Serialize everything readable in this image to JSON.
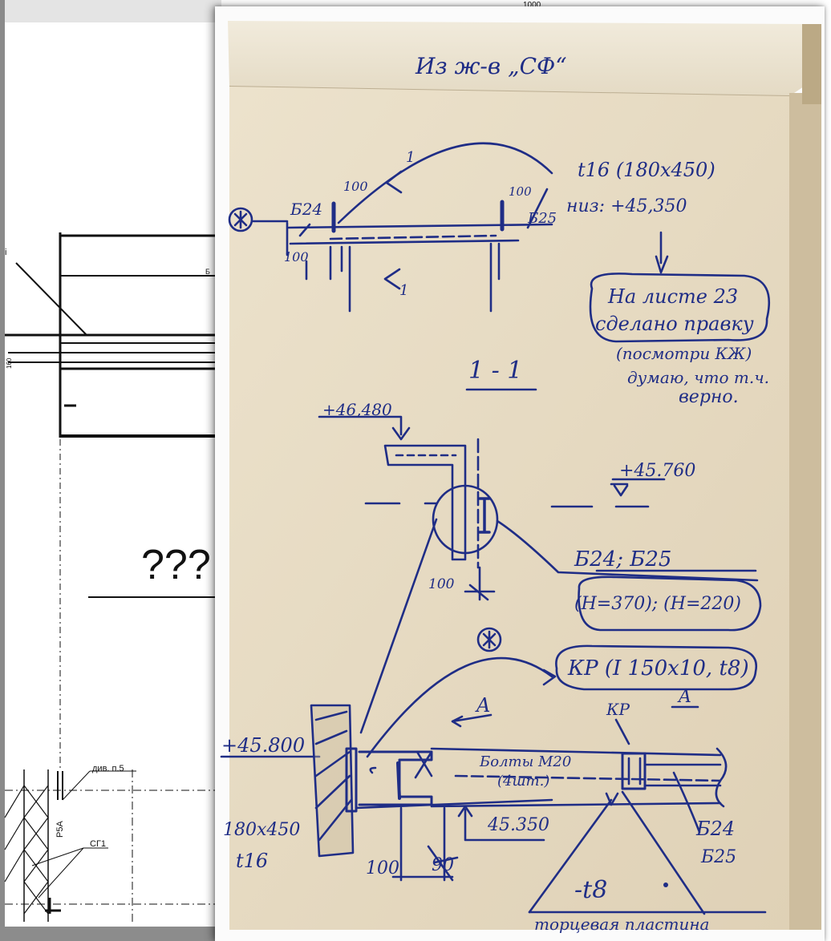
{
  "background_drawing": {
    "top_dimension": "1000",
    "big_marks": "???",
    "label_div": "див. п.5",
    "label_r5a": "Р5А",
    "label_sg1": "СГ1",
    "small_label_left": "i",
    "small_label_dim": "160",
    "small_label_tick": "Б"
  },
  "sketch": {
    "header": "Из ж-в „СФ“",
    "plate_top": "t16 (180x450)",
    "level_bottom_beam": "низ: +45,350",
    "b24": "Б24",
    "b25": "Б25",
    "dim_100_a": "100",
    "dim_100_b": "100",
    "dim_100_c": "100",
    "section_mark_1": "1",
    "section_mark_1b": "1",
    "note_line1": "На листе 23",
    "note_line2": "сделано правку",
    "note_line3": "(посмотри КЖ)",
    "note_line4": "думаю, что т.ч.",
    "note_line5": "верно.",
    "section_title": "1 - 1",
    "level_46480": "+46,480",
    "level_45760": "+45.760",
    "beams_label": "Б24; Б25",
    "beams_heights": "(H=370); (H=220)",
    "kp_label": "КР (I 150x10, t8)",
    "a_label_1": "A",
    "a_label_2": "A",
    "kp_small": "КР",
    "level_45800": "+45.800",
    "bolts_1": "Болты М20",
    "bolts_2": "(4шт.)",
    "plate_dims": "180x450",
    "plate_t16": "t16",
    "dim_100_bottom": "100",
    "dim_crossed": "90",
    "level_45350": "45.350",
    "b24_bottom": "Б24",
    "b25_bottom": "Б25",
    "t8": "-t8",
    "end_plate": "торцевая пластина"
  },
  "colors": {
    "ink": "#1f2d86",
    "paper": "#e8dcc4",
    "cad_line": "#111111"
  }
}
